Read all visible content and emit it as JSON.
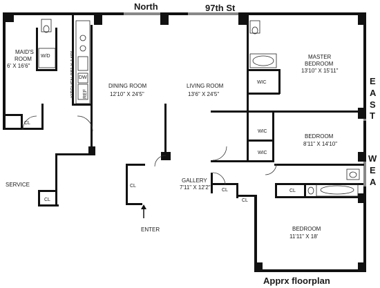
{
  "street": {
    "north": "North",
    "street_name": "97th St"
  },
  "directions": {
    "east": [
      "E",
      "A",
      "S",
      "T"
    ],
    "west": [
      "W",
      "E",
      "A"
    ]
  },
  "footer": {
    "caption": "Apprx floorplan"
  },
  "rooms": {
    "maids_room": {
      "name": "MAID'S ROOM",
      "name_1": "MAID'S",
      "name_2": "ROOM",
      "dims": "6' X 16'6\""
    },
    "wd": {
      "name": "W/D"
    },
    "kitchen": {
      "name": "KITCHEN 8'5\" X 14'9\""
    },
    "dw": {
      "name": "DW"
    },
    "ref": {
      "name": "REF"
    },
    "dining": {
      "name": "DINING ROOM",
      "dims": "12'10\" X 24'5\""
    },
    "living": {
      "name": "LIVING ROOM",
      "dims": "13'6\" X 24'5\""
    },
    "master": {
      "name_1": "MASTER",
      "name_2": "BEDROOM",
      "dims": "13'10\" X 15'11\""
    },
    "bedroom2": {
      "name": "BEDROOM",
      "dims": "8'11\" X 14'10\""
    },
    "bedroom3": {
      "name": "BEDROOM",
      "dims": "11'11\" X 18'"
    },
    "gallery": {
      "name": "GALLERY",
      "dims": "7'11\" X 12'2\""
    },
    "service": {
      "name": "SERVICE"
    },
    "enter": {
      "name": "ENTER"
    },
    "closets": {
      "cl": "CL",
      "wic": "WIC"
    }
  }
}
